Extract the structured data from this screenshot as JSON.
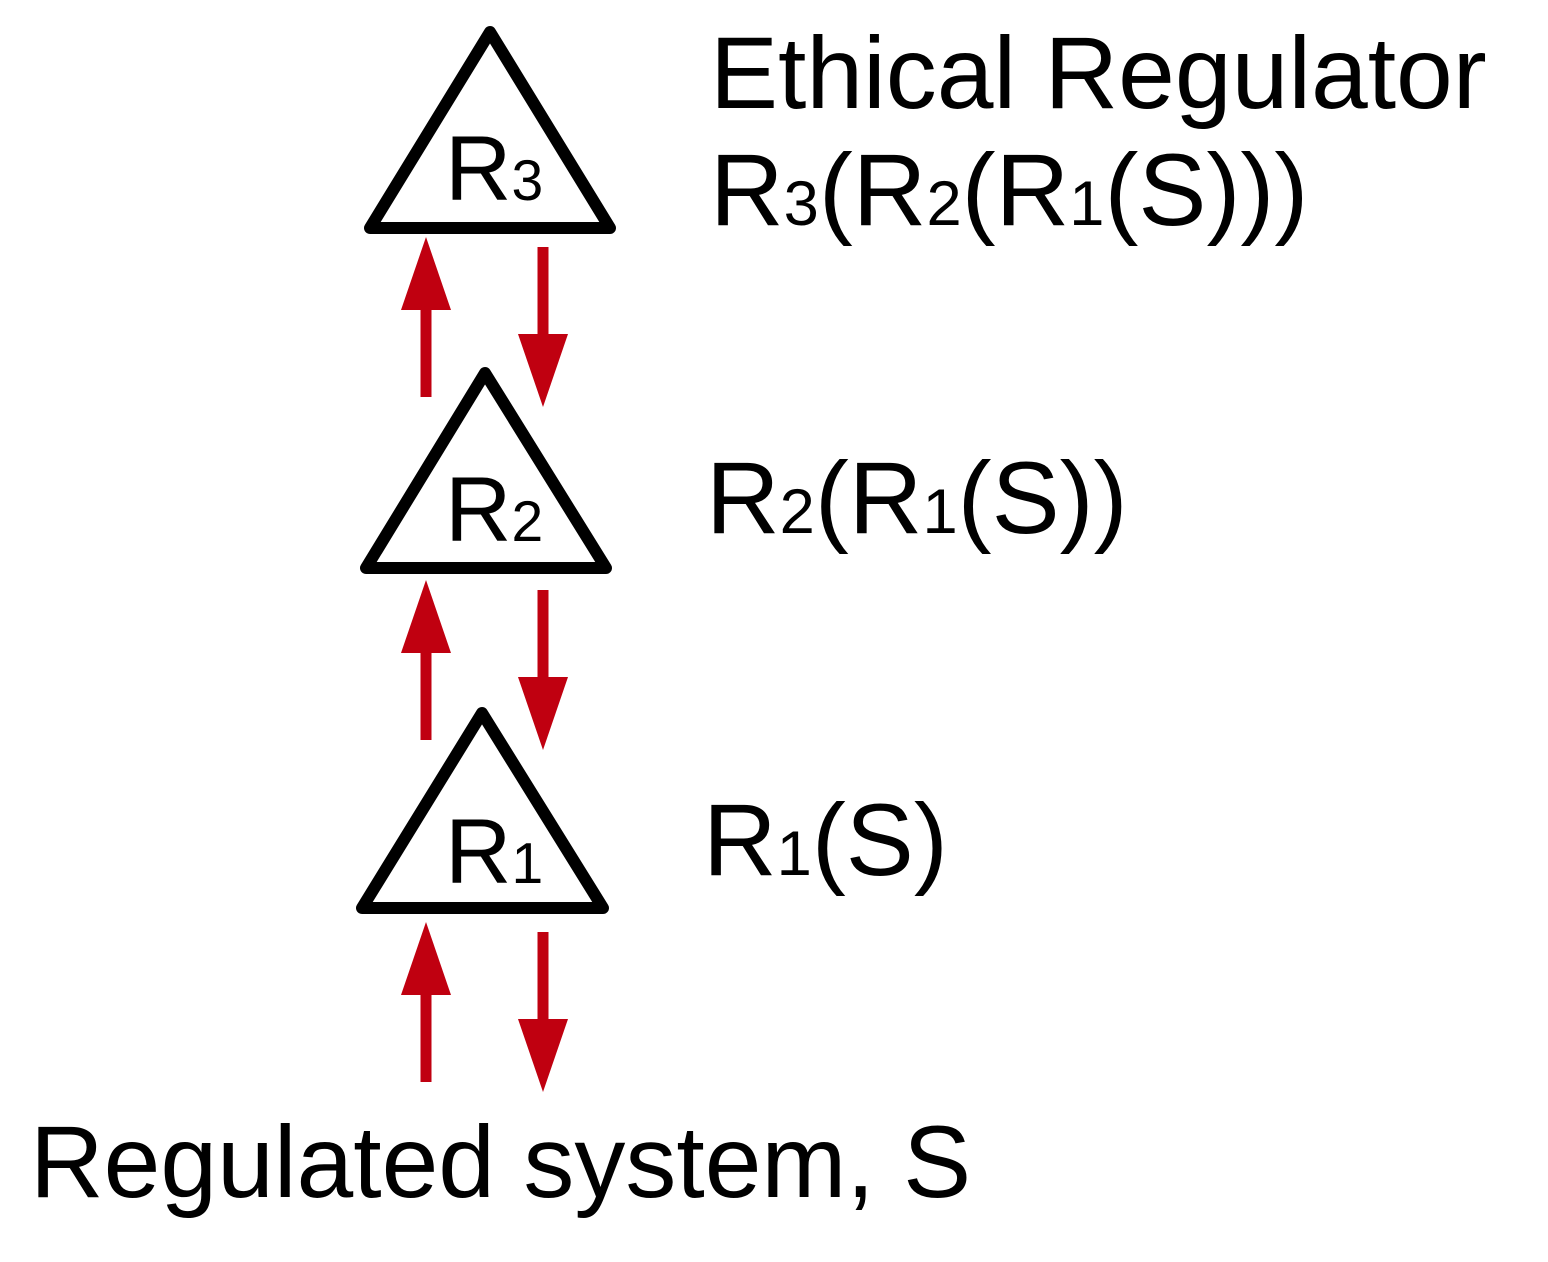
{
  "title": "Ethical Regulator",
  "colors": {
    "arrow": "#c00010",
    "stroke": "#000000"
  },
  "regulators": [
    {
      "id": "r3",
      "label": [
        {
          "text": "R"
        },
        {
          "text": "3",
          "sub": true
        }
      ],
      "formula": [
        {
          "text": "R"
        },
        {
          "text": "3",
          "sub": true
        },
        {
          "text": "(R"
        },
        {
          "text": "2",
          "sub": true
        },
        {
          "text": "(R"
        },
        {
          "text": "1",
          "sub": true
        },
        {
          "text": "(S)))"
        }
      ]
    },
    {
      "id": "r2",
      "label": [
        {
          "text": "R"
        },
        {
          "text": "2",
          "sub": true
        }
      ],
      "formula": [
        {
          "text": "R"
        },
        {
          "text": "2",
          "sub": true
        },
        {
          "text": "(R"
        },
        {
          "text": "1",
          "sub": true
        },
        {
          "text": "(S))"
        }
      ]
    },
    {
      "id": "r1",
      "label": [
        {
          "text": "R"
        },
        {
          "text": "1",
          "sub": true
        }
      ],
      "formula": [
        {
          "text": "R"
        },
        {
          "text": "1",
          "sub": true
        },
        {
          "text": "(S)"
        }
      ]
    }
  ],
  "system_label": "Regulated system, S"
}
